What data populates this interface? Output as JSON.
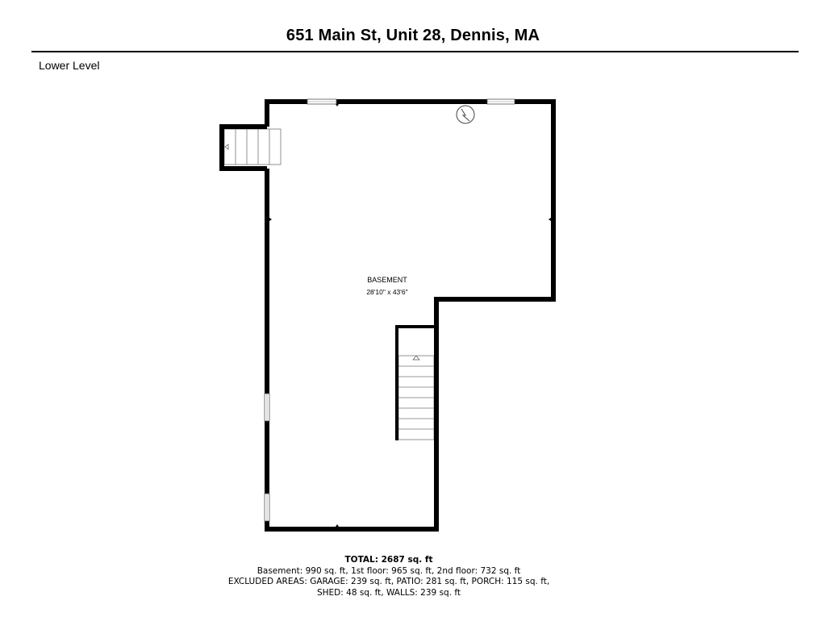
{
  "header": {
    "title": "651 Main St, Unit 28, Dennis,  MA",
    "level_label": "Lower Level"
  },
  "plan": {
    "room": {
      "name": "BASEMENT",
      "dimensions": "28'10\" x 43'6\""
    },
    "wall_color": "#000000",
    "window_color": "#ffffff"
  },
  "footer": {
    "total": "TOTAL: 2687 sq. ft",
    "line1": "Basement: 990 sq. ft, 1st floor: 965 sq. ft, 2nd floor: 732 sq. ft",
    "line2": "EXCLUDED AREAS: GARAGE: 239 sq. ft, PATIO: 281 sq. ft, PORCH: 115 sq. ft,",
    "line3": "SHED: 48 sq. ft, WALLS: 239 sq. ft"
  }
}
